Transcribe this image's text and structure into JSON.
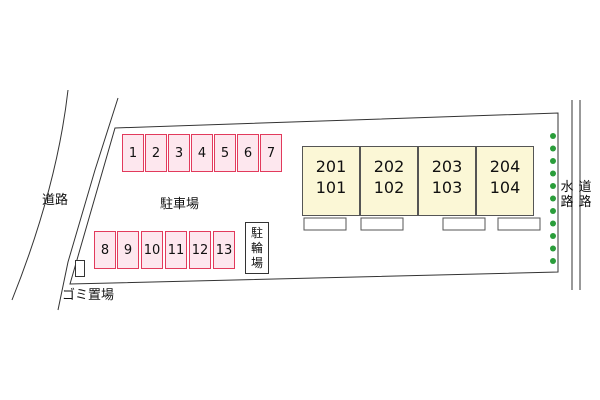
{
  "labels": {
    "road_left": "道路",
    "parking": "駐車場",
    "bicycle": [
      "駐",
      "輪",
      "場"
    ],
    "garbage": "ゴミ置場",
    "waterway": [
      "水",
      "路"
    ],
    "road_right": [
      "道",
      "路"
    ]
  },
  "parking_row_top": [
    "1",
    "2",
    "3",
    "4",
    "5",
    "6",
    "7"
  ],
  "parking_row_bottom": [
    "8",
    "9",
    "10",
    "11",
    "12",
    "13"
  ],
  "units": [
    {
      "upper": "201",
      "lower": "101"
    },
    {
      "upper": "202",
      "lower": "102"
    },
    {
      "upper": "203",
      "lower": "103"
    },
    {
      "upper": "204",
      "lower": "104"
    }
  ],
  "colors": {
    "parking_fill": "#fde7ee",
    "parking_border": "#e23a5c",
    "building_fill": "#fbf7d6",
    "hedge_green": "#2a9d3a"
  }
}
